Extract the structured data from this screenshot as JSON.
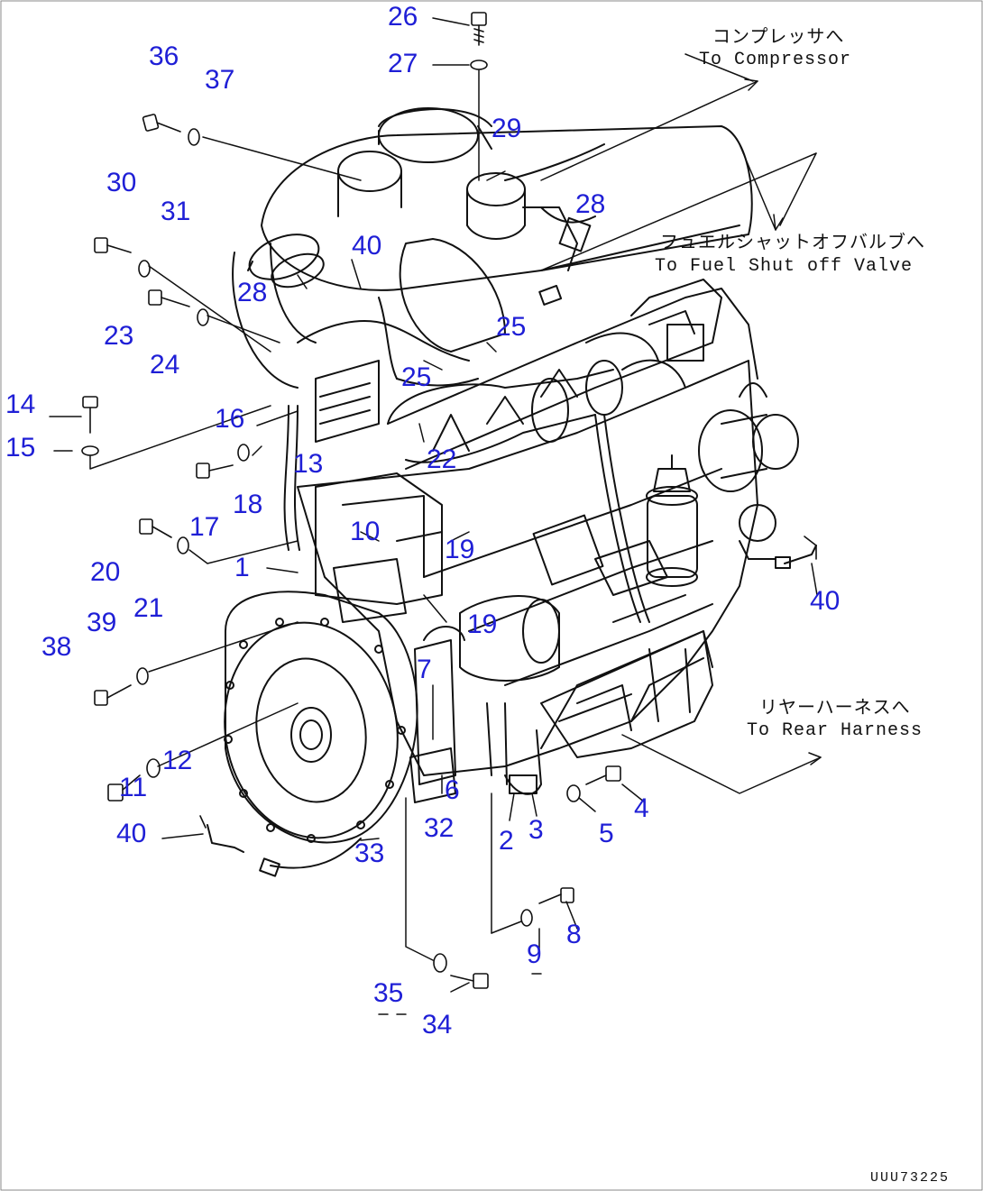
{
  "callouts": {
    "c26": "26",
    "c27": "27",
    "c36": "36",
    "c37": "37",
    "c29": "29",
    "c28a": "28",
    "c30": "30",
    "c31": "31",
    "c40a": "40",
    "c28b": "28",
    "c23": "23",
    "c24": "24",
    "c25a": "25",
    "c25b": "25",
    "c14": "14",
    "c16": "16",
    "c15": "15",
    "c22": "22",
    "c13": "13",
    "c17": "17",
    "c18": "18",
    "c20": "20",
    "c10": "10",
    "c19a": "19",
    "c1": "1",
    "c21": "21",
    "c40b": "40",
    "c39": "39",
    "c19b": "19",
    "c38": "38",
    "c7": "7",
    "c12": "12",
    "c11": "11",
    "c6": "6",
    "c4": "4",
    "c32": "32",
    "c3": "3",
    "c5": "5",
    "c40c": "40",
    "c33": "33",
    "c2": "2",
    "c8": "8",
    "c9": "9",
    "c35": "35",
    "c34": "34"
  },
  "notes": {
    "compressor_jp": "コンプレッサへ",
    "compressor_en": "To Compressor",
    "fuel_jp": "フュエルシャットオフバルブへ",
    "fuel_en": "To Fuel Shut off Valve",
    "rear_jp": "リヤーハーネスへ",
    "rear_en": "To Rear Harness"
  },
  "drawing_number": "UUU73225",
  "colors": {
    "callout": "#1f1fd6",
    "lines": "#111111",
    "background": "#ffffff"
  }
}
